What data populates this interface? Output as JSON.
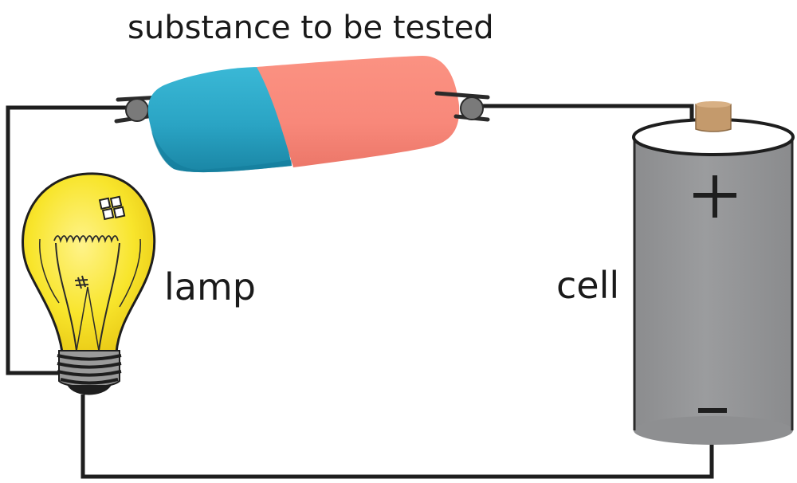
{
  "labels": {
    "substance": "substance to be tested",
    "lamp": "lamp",
    "cell": "cell",
    "positive": "+",
    "negative": "–"
  },
  "colors": {
    "wire": "#1e1e1e",
    "eraser_blue": "#2a9fc0",
    "eraser_pink": "#f8877a",
    "bulb_yellow": "#f7e425",
    "cell_body": "#939496",
    "cell_cap": "#c49a6c"
  }
}
